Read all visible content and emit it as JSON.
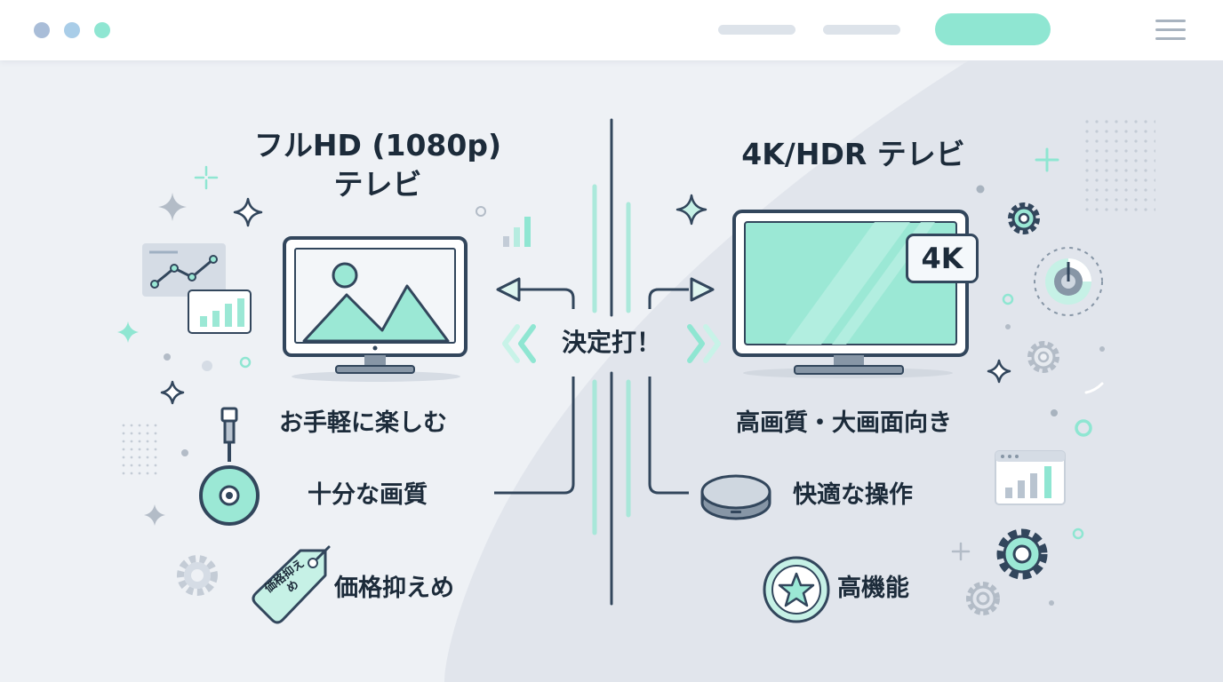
{
  "header": {
    "dots": [
      "#a9bdd8",
      "#a9cde8",
      "#8fe6d2"
    ],
    "accent": "#8fe6d2"
  },
  "left": {
    "title_line1": "フルHD (1080p)",
    "title_line2": "テレビ",
    "features": [
      "お手軽に楽しむ",
      "十分な画質",
      "価格抑えめ"
    ],
    "tag_text": "価格抑えめ"
  },
  "right": {
    "title": "4K/HDR テレビ",
    "badge": "4K",
    "features": [
      "高画質・大画面向き",
      "快適な操作",
      "高機能"
    ]
  },
  "center": {
    "label": "決定打！"
  },
  "colors": {
    "mint": "#8fe6d2",
    "dark_navy": "#32465c",
    "screen_mint": "#9be8d5"
  },
  "icons": [
    "fullhd-tv-icon",
    "4k-tv-icon",
    "streaming-stick-icon",
    "price-tag-icon",
    "streaming-box-icon",
    "star-badge-icon",
    "gear-icon",
    "chart-icon",
    "sparkle-icon",
    "arrow-left-icon",
    "arrow-right-icon",
    "chevron-left-icon",
    "chevron-right-icon"
  ]
}
